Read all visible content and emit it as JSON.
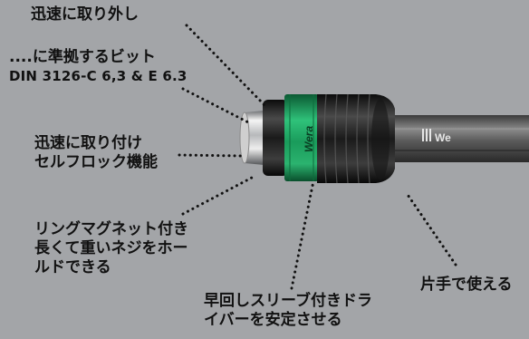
{
  "labels": {
    "quick_release": "迅速に取り外し",
    "bit_standard_line1": "....に準拠するビット",
    "bit_standard_line2": "DIN 3126-C 6,3 & E 6.3",
    "quick_attach_line1": "迅速に取り付け",
    "quick_attach_line2": "セルフロック機能",
    "magnet_line1": "リングマグネット付き",
    "magnet_line2": "長くて重いネジをホー",
    "magnet_line3": "ルドできる",
    "one_hand": "片手で使える",
    "sleeve_line1": "早回しスリーブ付きドラ",
    "sleeve_line2": "イバーを安定させる"
  },
  "brand": {
    "ring_text": "Wera",
    "shaft_text": "We"
  },
  "colors": {
    "background": "#a3a5a8",
    "ring_green": "#1fa463",
    "body_black": "#1c1c1c",
    "chrome": "#dcdcdc"
  }
}
